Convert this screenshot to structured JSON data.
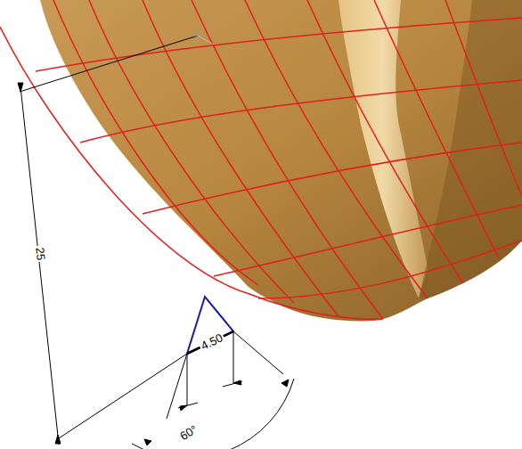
{
  "diagram": {
    "labels": [
      "25",
      "4.50",
      "60°"
    ]
  }
}
